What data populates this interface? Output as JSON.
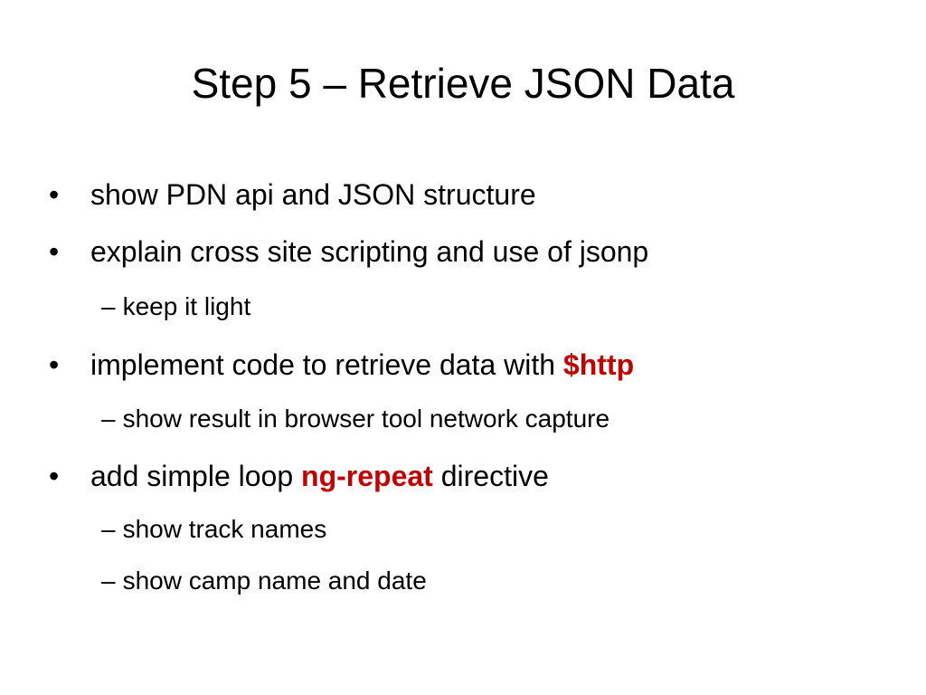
{
  "slide": {
    "title": "Step 5 – Retrieve JSON Data",
    "accent_color": "#c00000",
    "bullet_glyph": "•",
    "dash_glyph": "–",
    "items": [
      {
        "text": "show PDN api and JSON structure"
      },
      {
        "text": "explain cross site scripting and use of jsonp"
      },
      {
        "sub": "keep it light"
      },
      {
        "text_before": "implement code to retrieve data with ",
        "highlight": "$http"
      },
      {
        "sub": "show result in browser tool network capture"
      },
      {
        "text_before": "add simple loop ",
        "highlight": "ng-repeat",
        "text_after": " directive"
      },
      {
        "sub": "show track names"
      },
      {
        "sub": "show camp name and date"
      }
    ]
  }
}
